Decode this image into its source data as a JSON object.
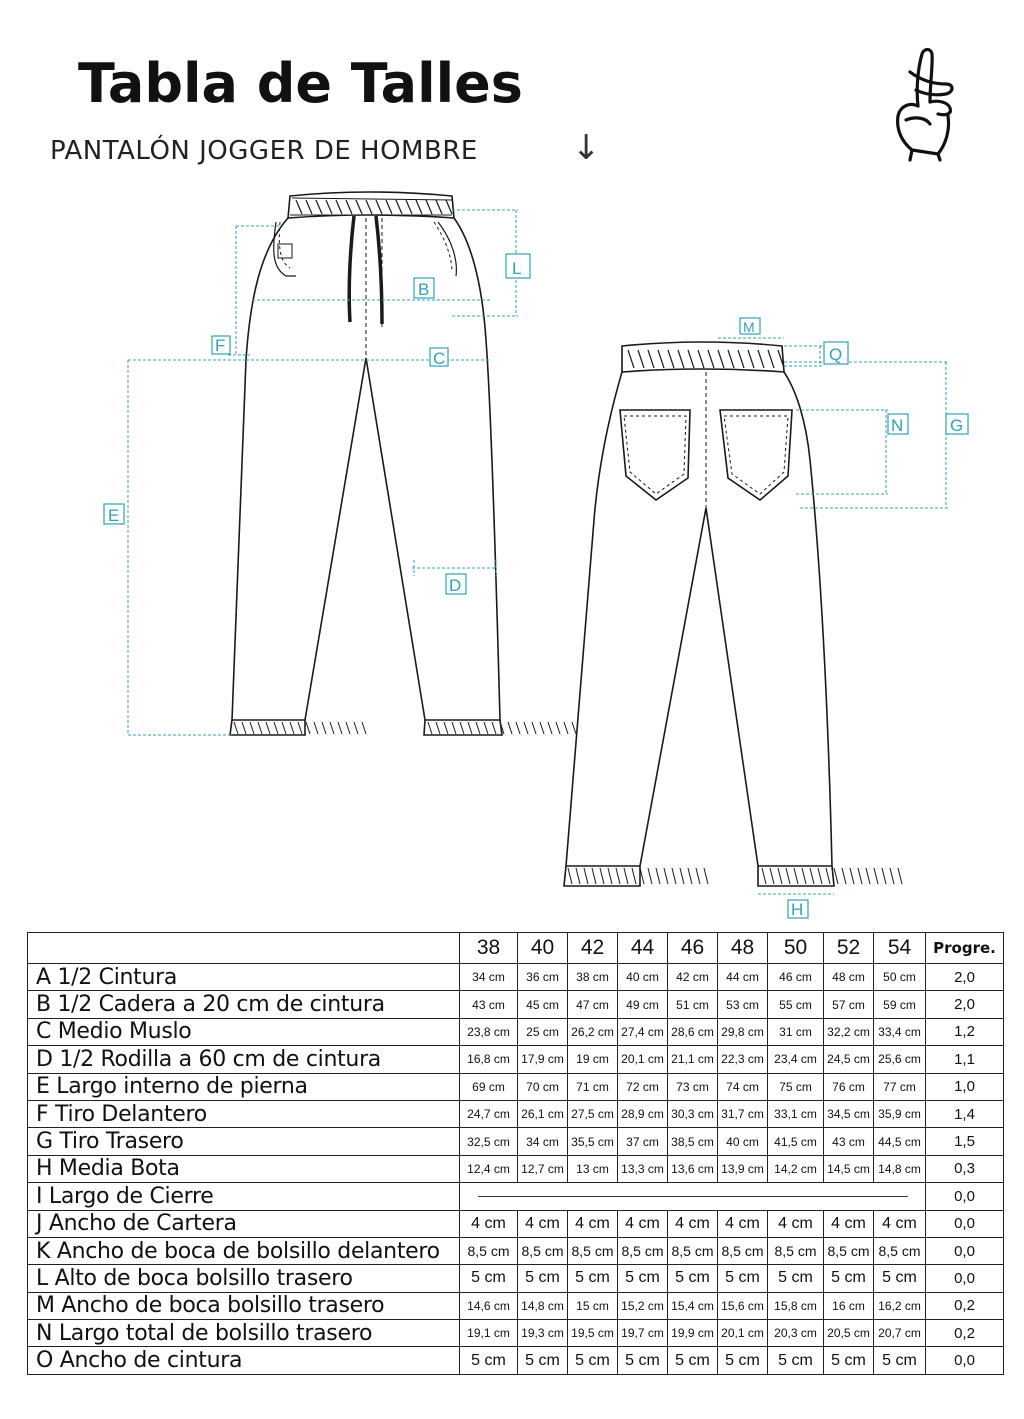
{
  "header": {
    "title": "Tabla de Talles",
    "subtitle": "PANTALÓN JOGGER DE HOMBRE",
    "arrow_glyph": "↓",
    "logo_icon": "crossed-fingers-hand-icon"
  },
  "diagram": {
    "front_labels": [
      "L",
      "B",
      "F",
      "C",
      "E",
      "D"
    ],
    "back_labels": [
      "M",
      "Q",
      "N",
      "G",
      "H"
    ],
    "dimension_color": "#2ea3b8",
    "line_color": "#1a1a1a"
  },
  "table": {
    "sizes": [
      "38",
      "40",
      "42",
      "44",
      "46",
      "48",
      "50",
      "52",
      "54"
    ],
    "progression_header": "Progre.",
    "rows": [
      {
        "name": "A  1/2 Cintura",
        "values": [
          "34 cm",
          "36 cm",
          "38 cm",
          "40 cm",
          "42 cm",
          "44 cm",
          "46 cm",
          "48 cm",
          "50 cm"
        ],
        "prog": "2,0",
        "big": false
      },
      {
        "name": "B  1/2 Cadera a 20 cm de cintura",
        "values": [
          "43 cm",
          "45 cm",
          "47 cm",
          "49 cm",
          "51 cm",
          "53 cm",
          "55 cm",
          "57 cm",
          "59 cm"
        ],
        "prog": "2,0",
        "big": false
      },
      {
        "name": "C  Medio Muslo",
        "values": [
          "23,8 cm",
          "25 cm",
          "26,2 cm",
          "27,4 cm",
          "28,6 cm",
          "29,8 cm",
          "31 cm",
          "32,2 cm",
          "33,4 cm"
        ],
        "prog": "1,2",
        "big": false
      },
      {
        "name": "D  1/2 Rodilla a 60 cm de cintura",
        "values": [
          "16,8 cm",
          "17,9 cm",
          "19 cm",
          "20,1 cm",
          "21,1 cm",
          "22,3 cm",
          "23,4 cm",
          "24,5 cm",
          "25,6 cm"
        ],
        "prog": "1,1",
        "big": false
      },
      {
        "name": "E  Largo interno de pierna",
        "values": [
          "69 cm",
          "70 cm",
          "71 cm",
          "72 cm",
          "73 cm",
          "74 cm",
          "75 cm",
          "76 cm",
          "77 cm"
        ],
        "prog": "1,0",
        "big": false
      },
      {
        "name": "F  Tiro Delantero",
        "values": [
          "24,7 cm",
          "26,1 cm",
          "27,5 cm",
          "28,9 cm",
          "30,3 cm",
          "31,7 cm",
          "33,1 cm",
          "34,5 cm",
          "35,9 cm"
        ],
        "prog": "1,4",
        "big": false
      },
      {
        "name": "G  Tiro Trasero",
        "values": [
          "32,5 cm",
          "34 cm",
          "35,5 cm",
          "37 cm",
          "38,5 cm",
          "40 cm",
          "41,5 cm",
          "43 cm",
          "44,5 cm"
        ],
        "prog": "1,5",
        "big": false
      },
      {
        "name": "H  Media Bota",
        "values": [
          "12,4 cm",
          "12,7 cm",
          "13 cm",
          "13,3 cm",
          "13,6 cm",
          "13,9 cm",
          "14,2 cm",
          "14,5 cm",
          "14,8 cm"
        ],
        "prog": "0,3",
        "big": false
      },
      {
        "name": "I    Largo de Cierre",
        "values": [],
        "prog": "0,0",
        "big": false,
        "empty": true
      },
      {
        "name": "J   Ancho de Cartera",
        "values": [
          "4 cm",
          "4 cm",
          "4 cm",
          "4 cm",
          "4 cm",
          "4 cm",
          "4 cm",
          "4 cm",
          "4 cm"
        ],
        "prog": "0,0",
        "big": true
      },
      {
        "name": "K  Ancho de boca de bolsillo delantero",
        "values": [
          "8,5 cm",
          "8,5 cm",
          "8,5 cm",
          "8,5 cm",
          "8,5 cm",
          "8,5 cm",
          "8,5 cm",
          "8,5 cm",
          "8,5 cm"
        ],
        "prog": "0,0",
        "big": false,
        "mid": true
      },
      {
        "name": "L   Alto de boca bolsillo trasero",
        "values": [
          "5 cm",
          "5 cm",
          "5 cm",
          "5 cm",
          "5 cm",
          "5 cm",
          "5 cm",
          "5 cm",
          "5 cm"
        ],
        "prog": "0,0",
        "big": true
      },
      {
        "name": "M  Ancho de boca bolsillo trasero",
        "values": [
          "14,6 cm",
          "14,8 cm",
          "15 cm",
          "15,2 cm",
          "15,4 cm",
          "15,6 cm",
          "15,8 cm",
          "16 cm",
          "16,2 cm"
        ],
        "prog": "0,2",
        "big": false
      },
      {
        "name": "N  Largo total de bolsillo trasero",
        "values": [
          "19,1 cm",
          "19,3 cm",
          "19,5 cm",
          "19,7 cm",
          "19,9 cm",
          "20,1 cm",
          "20,3 cm",
          "20,5 cm",
          "20,7 cm"
        ],
        "prog": "0,2",
        "big": false
      },
      {
        "name": "O  Ancho de cintura",
        "values": [
          "5 cm",
          "5 cm",
          "5 cm",
          "5 cm",
          "5 cm",
          "5 cm",
          "5 cm",
          "5 cm",
          "5 cm"
        ],
        "prog": "0,0",
        "big": true
      }
    ]
  }
}
